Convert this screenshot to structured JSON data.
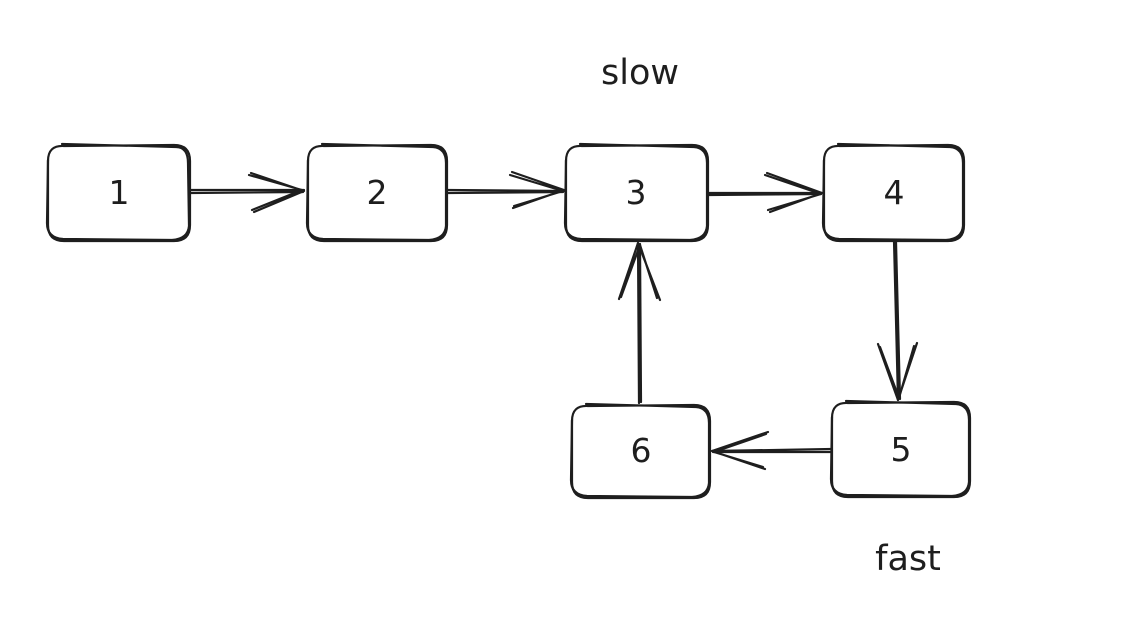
{
  "diagram": {
    "nodes": [
      {
        "id": "n1",
        "label": "1"
      },
      {
        "id": "n2",
        "label": "2"
      },
      {
        "id": "n3",
        "label": "3"
      },
      {
        "id": "n4",
        "label": "4"
      },
      {
        "id": "n5",
        "label": "5"
      },
      {
        "id": "n6",
        "label": "6"
      }
    ],
    "edges": [
      {
        "from": "n1",
        "to": "n2"
      },
      {
        "from": "n2",
        "to": "n3"
      },
      {
        "from": "n3",
        "to": "n4"
      },
      {
        "from": "n4",
        "to": "n5"
      },
      {
        "from": "n5",
        "to": "n6"
      },
      {
        "from": "n6",
        "to": "n3"
      }
    ],
    "pointers": {
      "slow": {
        "label": "slow",
        "target": "n3"
      },
      "fast": {
        "label": "fast",
        "target": "n5"
      }
    },
    "colors": {
      "stroke": "#1e1e1e",
      "background": "#ffffff"
    }
  }
}
